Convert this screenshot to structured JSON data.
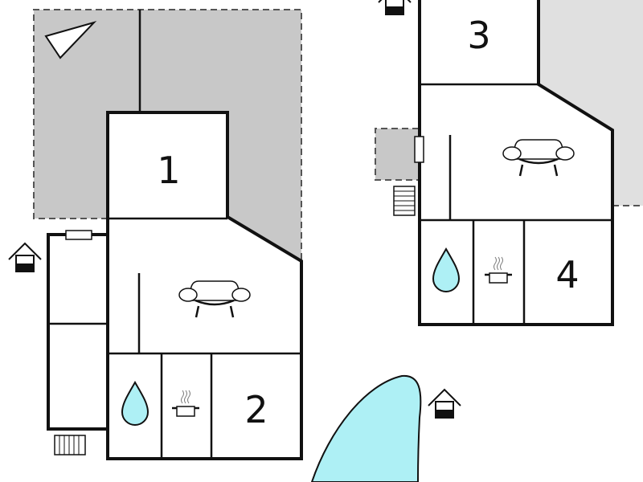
{
  "colors": {
    "terrace": "#c8c8c8",
    "terrace_light": "#e0e0e0",
    "water": "#aef0f5",
    "wall": "#111111",
    "background": "#ffffff"
  },
  "rooms": [
    {
      "label": "1"
    },
    {
      "label": "2"
    },
    {
      "label": "3"
    },
    {
      "label": "4"
    }
  ],
  "icons": {
    "compass": "north-arrow-icon",
    "sofa": "sofa-icon",
    "bathroom": "water-drop-icon",
    "kitchen": "cooking-pot-icon",
    "entrance": "entrance-house-icon",
    "radiator": "radiator-icon",
    "window": "window-icon",
    "pool": "swimming-pool"
  }
}
